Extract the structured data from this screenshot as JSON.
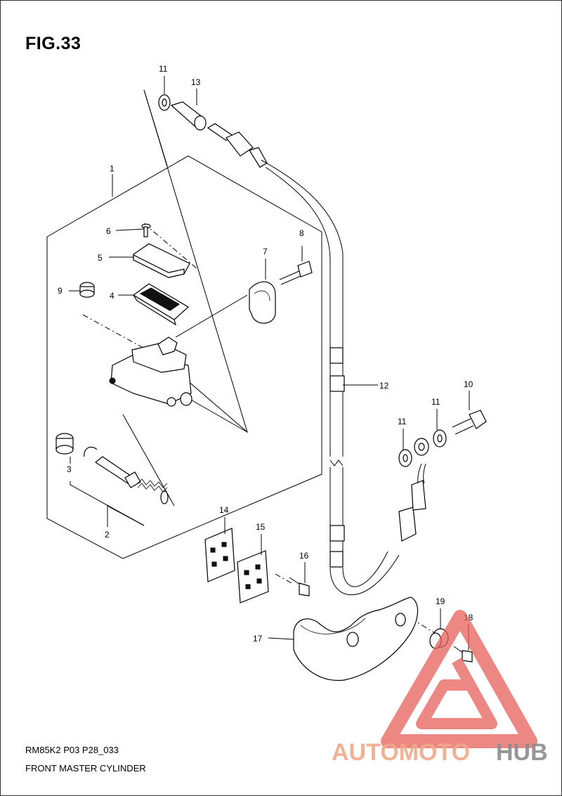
{
  "figure": {
    "title": "FIG.33",
    "code": "RM85K2 P03 P28_033",
    "description": "FRONT MASTER CYLINDER"
  },
  "callouts": [
    "1",
    "2",
    "3",
    "4",
    "5",
    "6",
    "7",
    "8",
    "9",
    "10",
    "11",
    "11",
    "11",
    "12",
    "13",
    "14",
    "15",
    "16",
    "17",
    "18",
    "19"
  ],
  "watermark": {
    "text_a": "AUTOMOTO",
    "text_b": "HUB",
    "color_a": "#f0a98a",
    "color_b": "#8c8c8c",
    "logo_color": "#e8605a"
  }
}
